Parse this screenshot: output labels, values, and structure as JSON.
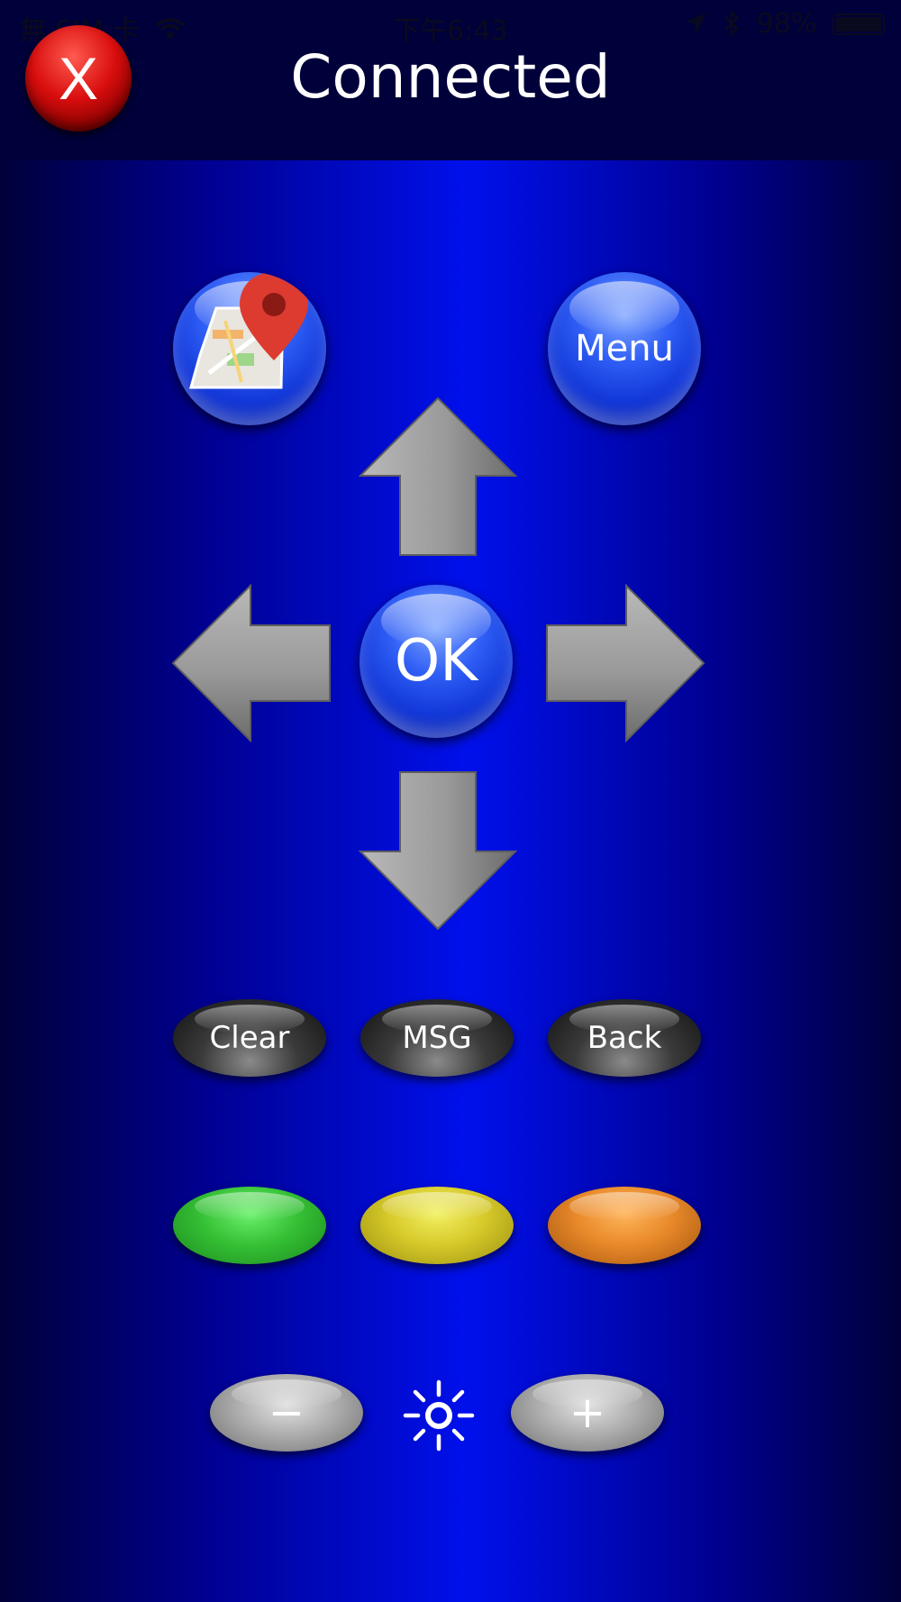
{
  "status_bar": {
    "carrier": "無 SIM 卡",
    "time": "下午6:43",
    "battery": "98%",
    "icons": [
      "wifi-icon",
      "location-arrow-icon",
      "bluetooth-icon",
      "battery-icon"
    ]
  },
  "header": {
    "close_label": "X",
    "title": "Connected"
  },
  "remote": {
    "map_icon": "map-pin-icon",
    "menu_label": "Menu",
    "ok_label": "OK",
    "arrows": [
      "arrow-up-icon",
      "arrow-left-icon",
      "arrow-right-icon",
      "arrow-down-icon"
    ],
    "clear_label": "Clear",
    "msg_label": "MSG",
    "back_label": "Back",
    "color_buttons": [
      "green",
      "yellow",
      "orange"
    ],
    "minus_label": "−",
    "plus_label": "+",
    "brightness_icon": "brightness-icon"
  },
  "colors": {
    "header_bg": "#00003a",
    "body_center": "#0010ec",
    "body_edge": "#00003a",
    "close_red": "#d80d0d",
    "button_blue": "#2f5ef5",
    "arrow_grey": "#9a9a9a",
    "green": "#35c035",
    "yellow": "#d6c92a",
    "orange": "#e8892a"
  }
}
